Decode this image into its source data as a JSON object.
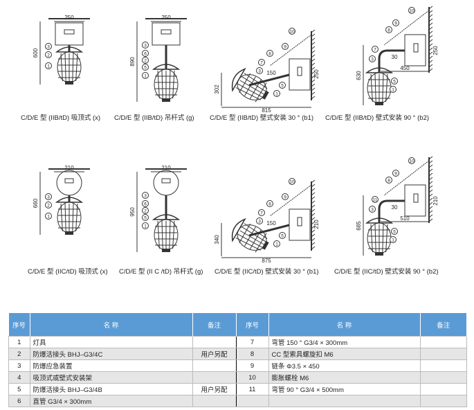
{
  "figures": [
    {
      "type": "ceiling",
      "caption": "C/D/E 型 (IIB/tD) 吸顶式 (x)",
      "dims": [
        "250",
        "600"
      ],
      "callouts": [
        "3",
        "2",
        "1"
      ]
    },
    {
      "type": "pendant",
      "caption": "C/D/E 型 (IIB/tD) 吊杆式 (g)",
      "dims": [
        "250",
        "890"
      ],
      "callouts": [
        "3",
        "6",
        "2",
        "5",
        "1"
      ]
    },
    {
      "type": "wall30",
      "caption": "C/D/E 型 (IIB/tD) 壁式安装 30 °  (b1)",
      "dims": [
        "150",
        "250",
        "302",
        "815"
      ],
      "callouts": [
        "10",
        "9",
        "8",
        "7",
        "3",
        "5",
        "1"
      ]
    },
    {
      "type": "wall90",
      "caption": "C/D/E 型 (IIB/tD) 壁式安装 90 °  (b2)",
      "dims": [
        "250",
        "450",
        "630",
        "30"
      ],
      "callouts": [
        "10",
        "9",
        "8",
        "7",
        "3",
        "5",
        "1"
      ]
    },
    {
      "type": "ceiling",
      "caption": "C/D/E 型 (IIC/tD) 吸顶式 (x)",
      "dims": [
        "210",
        "660"
      ],
      "callouts": [
        "3",
        "2",
        "1"
      ]
    },
    {
      "type": "pendant",
      "caption": "C/D/E 型 (II C /tD) 吊杆式 (g)",
      "dims": [
        "210",
        "950"
      ],
      "callouts": [
        "3",
        "6",
        "2",
        "5",
        "1"
      ]
    },
    {
      "type": "wall30",
      "caption": "C/D/E 型 (IIC/tD) 壁式安装 30 °  (b1)",
      "dims": [
        "150",
        "210",
        "340",
        "875"
      ],
      "callouts": [
        "10",
        "9",
        "8",
        "7",
        "3",
        "5",
        "1"
      ]
    },
    {
      "type": "wall90",
      "caption": "C/D/E 型 (IIC/tD) 壁式安装 90 °  (b2)",
      "dims": [
        "210",
        "510",
        "685",
        "30"
      ],
      "callouts": [
        "10",
        "9",
        "8",
        "11",
        "3",
        "5",
        "1"
      ]
    }
  ],
  "table": {
    "headers": [
      "序号",
      "名 称",
      "备注",
      "序号",
      "名 称",
      "备注"
    ],
    "rows": [
      [
        "1",
        "灯具",
        "",
        "7",
        "弯管 150 °  G3/4 × 300mm",
        ""
      ],
      [
        "2",
        "防爆活接头 BHJ–G3/4C",
        "用户另配",
        "8",
        "CC 型索具螺旋扣 M6",
        ""
      ],
      [
        "3",
        "防爆应急装置",
        "",
        "9",
        "链条 Φ3.5 × 450",
        ""
      ],
      [
        "4",
        "吸顶式或壁式安装架",
        "",
        "10",
        "膨胀螺栓  M6",
        ""
      ],
      [
        "5",
        "防爆活接头 BHJ–G3/4B",
        "用户另配",
        "11",
        "弯管 90 °  G3/4 × 500mm",
        ""
      ],
      [
        "6",
        "直管 G3/4 × 300mm",
        "",
        "",
        "",
        ""
      ]
    ]
  }
}
